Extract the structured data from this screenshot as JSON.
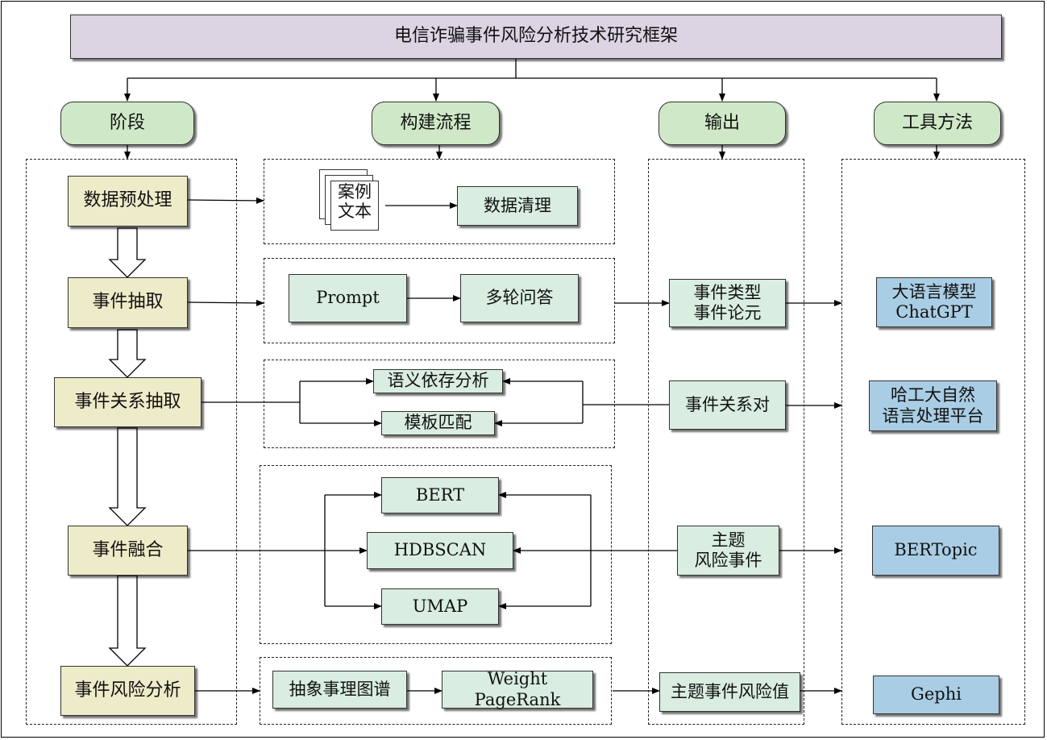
{
  "title": "电信诈骗事件风险分析技术研究框架",
  "headers": {
    "stage": "阶段",
    "process": "构建流程",
    "output": "输出",
    "tools": "工具方法"
  },
  "stages": {
    "preprocess": "数据预处理",
    "extraction": "事件抽取",
    "relation": "事件关系抽取",
    "fusion": "事件融合",
    "risk": "事件风险分析"
  },
  "process": {
    "case_text_line1": "案例",
    "case_text_line2": "文本",
    "data_cleaning": "数据清理",
    "prompt": "Prompt",
    "multi_qa": "多轮问答",
    "dependency": "语义依存分析",
    "template": "模板匹配",
    "bert": "BERT",
    "hdbscan": "HDBSCAN",
    "umap": "UMAP",
    "abstract_graph": "抽象事理图谱",
    "pagerank": "Weight PageRank"
  },
  "outputs": {
    "event_type_line1": "事件类型",
    "event_type_line2": "事件论元",
    "relation_pair": "事件关系对",
    "topic_line1": "主题",
    "topic_line2": "风险事件",
    "risk_value": "主题事件风险值"
  },
  "tools": {
    "llm_line1": "大语言模型",
    "llm_line2": "ChatGPT",
    "hit_line1": "哈工大自然",
    "hit_line2": "语言处理平台",
    "bertopic": "BERTopic",
    "gephi": "Gephi"
  }
}
